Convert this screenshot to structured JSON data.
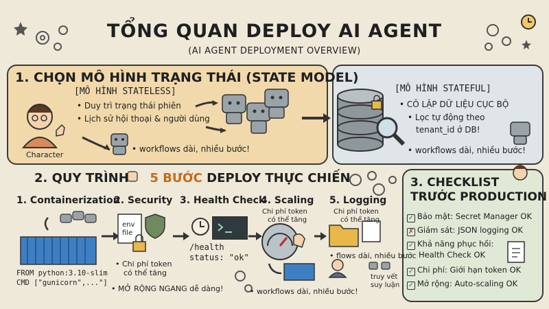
{
  "header": {
    "title": "TỔNG QUAN DEPLOY AI AGENT",
    "subtitle": "(AI AGENT DEPLOYMENT OVERVIEW)"
  },
  "section1": {
    "heading": "1. CHỌN MÔ HÌNH TRẠNG THÁI (STATE MODEL)",
    "stateless": {
      "label": "[MÔ HÌNH STATELESS]",
      "bullets": [
        "• Duy trì trạng thái phiên",
        "• Lịch sử hội thoại & người dùng",
        "• workflows dài, nhiều bước!"
      ],
      "character_label": "Character"
    },
    "stateful": {
      "label": "[MÔ HÌNH STATEFUL]",
      "bullets": [
        "• CÔ LẬP DỮ LIỆU CỤC BỘ",
        "• Lọc tự động theo",
        "tenant_id ở DB!",
        "• workflows dài, nhiều bước!"
      ]
    }
  },
  "section2": {
    "heading_prefix": "2. QUY TRÌNH",
    "heading_highlight": "5 BƯỚC",
    "heading_suffix": "DEPLOY THỰC CHIẾN",
    "steps": [
      {
        "label": "1. Containerization",
        "code": [
          "FROM python:3.10-slim",
          "CMD [\"gunicorn\",...\"]"
        ]
      },
      {
        "label": "2. Security",
        "file": [
          "env",
          "file"
        ],
        "notes": [
          "• Chi phí token",
          "có thể tăng",
          "• MỞ RỘNG NGANG dễ dàng!"
        ]
      },
      {
        "label": "3. Health Check",
        "endpoint": "/health",
        "status": "status: \"ok\""
      },
      {
        "label": "4. Scaling",
        "note": [
          "Chi phí token",
          "có thể tăng"
        ],
        "footer": "• workflows dài, nhiều bước!"
      },
      {
        "label": "5. Logging",
        "note": [
          "Chi phí token",
          "có thể tăng"
        ],
        "extra": "• flows dài, nhiều bước",
        "trace": [
          "truy vết",
          "suy luận"
        ]
      }
    ]
  },
  "section3": {
    "title": [
      "3. CHECKLIST",
      "TRƯỚC PRODUCTION"
    ],
    "items": [
      {
        "text": "Bảo mật: Secret Manager OK",
        "mark": "✓",
        "state": "ok"
      },
      {
        "text": "Giám sát: JSON logging OK",
        "mark": "✗",
        "state": "err"
      },
      {
        "text": "Khả năng phục hồi:",
        "mark": "✓",
        "state": "ok"
      },
      {
        "text": "Health Check OK",
        "mark": "",
        "state": "none"
      },
      {
        "text": "Chi phí: Giới hạn token OK",
        "mark": "✓",
        "state": "ok"
      },
      {
        "text": "Mở rộng: Auto-scaling OK",
        "mark": "✓",
        "state": "ok"
      }
    ]
  },
  "colors": {
    "background": "#efe9da",
    "panel_stateless": "#f1d9ac",
    "panel_stateful": "#dfe5e8",
    "panel_checklist": "#dfe9d6",
    "highlight": "#c36b1a"
  }
}
